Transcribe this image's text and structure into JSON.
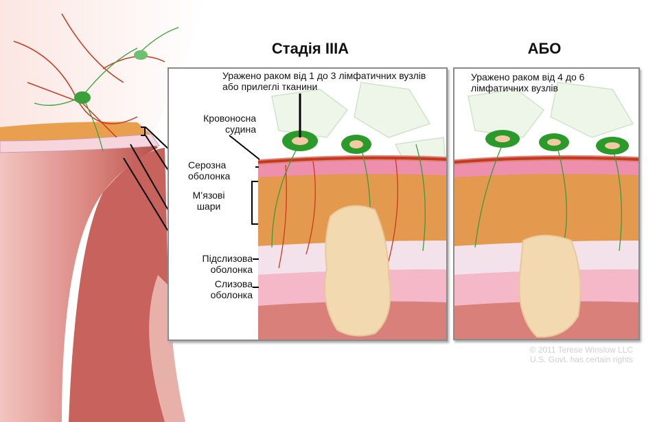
{
  "titles": {
    "stage": "Стадія IIIA",
    "or": "АБО"
  },
  "panel1": {
    "caption": "Уражено раком від 1 до 3 лімфатичних вузлів або прилеглі тканини"
  },
  "panel2": {
    "caption": "Уражено раком від 4 до 6 лімфатичних вузлів"
  },
  "labels": {
    "blood_vessel": "Кровоносна судина",
    "serosa": "Серозна оболонка",
    "muscle": "М’язові шари",
    "submucosa": "Підслизова оболонка",
    "mucosa": "Слизова оболонка"
  },
  "watermark": {
    "line1": "© 2011 Terese Winslow LLC",
    "line2": "U.S. Govt. has certain rights"
  },
  "colors": {
    "node": "#2a9a2a",
    "muscle": "#e39a4e",
    "serosa": "#e87a9a",
    "vessel": "#c8381c",
    "tumor": "#f2d9b0"
  }
}
